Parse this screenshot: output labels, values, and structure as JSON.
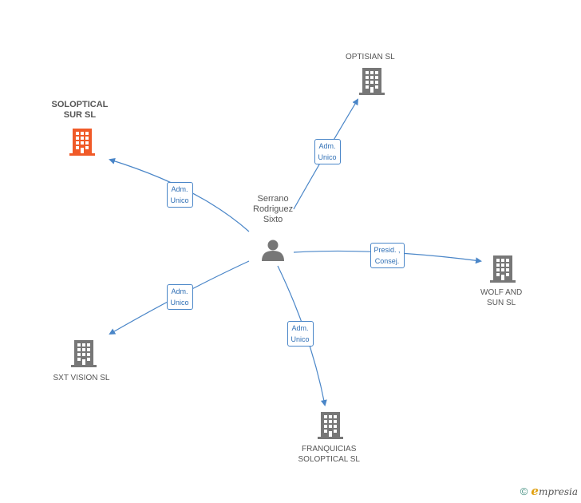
{
  "person": {
    "lines": [
      "Serrano",
      "Rodriguez",
      "Sixto"
    ],
    "icon": "person-icon"
  },
  "companies": [
    {
      "id": "optisian",
      "lines": [
        "OPTISIAN SL"
      ],
      "icon": "building-icon",
      "color": "#777777"
    },
    {
      "id": "soloptical-sur",
      "lines": [
        "SOLOPTICAL",
        "SUR SL"
      ],
      "icon": "building-icon",
      "color": "#f05a28",
      "focus": true
    },
    {
      "id": "wolf-and-sun",
      "lines": [
        "WOLF AND",
        "SUN  SL"
      ],
      "icon": "building-icon",
      "color": "#777777"
    },
    {
      "id": "sxt-vision",
      "lines": [
        "SXT VISION  SL"
      ],
      "icon": "building-icon",
      "color": "#777777"
    },
    {
      "id": "franquicias",
      "lines": [
        "FRANQUICIAS",
        "SOLOPTICAL SL"
      ],
      "icon": "building-icon",
      "color": "#777777"
    }
  ],
  "relations": [
    {
      "to": "optisian",
      "lines": [
        "Adm.",
        "Unico"
      ]
    },
    {
      "to": "soloptical-sur",
      "lines": [
        "Adm.",
        "Unico"
      ]
    },
    {
      "to": "wolf-and-sun",
      "lines": [
        "Presid. ,",
        "Consej."
      ]
    },
    {
      "to": "sxt-vision",
      "lines": [
        "Adm.",
        "Unico"
      ]
    },
    {
      "to": "franquicias",
      "lines": [
        "Adm.",
        "Unico"
      ]
    }
  ],
  "colors": {
    "edge": "#4a86c8",
    "person": "#777777"
  },
  "watermark": {
    "copyright": "©",
    "brand_initial": "e",
    "brand_rest": "mpresia"
  }
}
